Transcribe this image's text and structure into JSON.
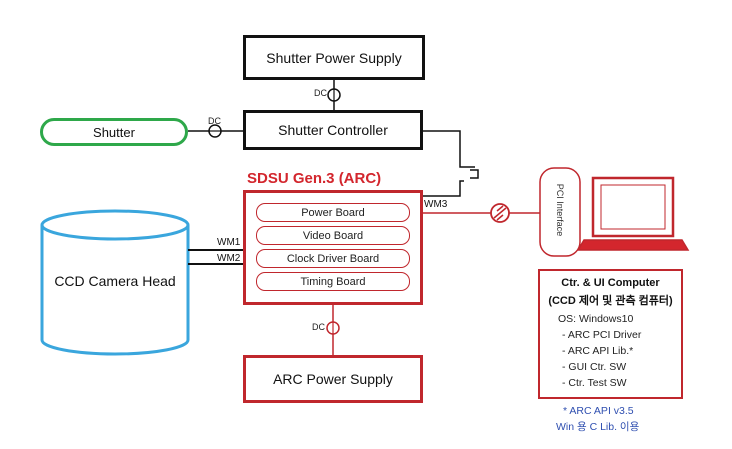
{
  "shutter_power_supply": {
    "label": "Shutter Power Supply"
  },
  "shutter_controller": {
    "label": "Shutter Controller"
  },
  "shutter": {
    "label": "Shutter"
  },
  "dc_labels": {
    "top": "DC",
    "left": "DC",
    "bottom": "DC"
  },
  "arc": {
    "title": "SDSU Gen.3 (ARC)",
    "boards": [
      "Power Board",
      "Video Board",
      "Clock Driver Board",
      "Timing Board"
    ]
  },
  "wires": {
    "wm1": "WM1",
    "wm2": "WM2",
    "wm3": "WM3"
  },
  "ccd_camera_head": {
    "label": "CCD Camera Head"
  },
  "arc_power_supply": {
    "label": "ARC Power Supply"
  },
  "pci_interface": {
    "label": "PCI Interface"
  },
  "computer_info": {
    "title1": "Ctr. & UI Computer",
    "title2": "(CCD 제어 및 관측 컴퓨터)",
    "os": "OS: Windows10",
    "items": [
      "- ARC PCI Driver",
      "- ARC API Lib.*",
      "- GUI Ctr. SW",
      "- Ctr. Test SW"
    ]
  },
  "note": {
    "line1": "* ARC API v3.5",
    "line2": "Win 용 C Lib. 이용"
  },
  "colors": {
    "red": "#c0272d",
    "green": "#2ea84a",
    "blue": "#3aa6dd",
    "note_blue": "#2f4fb0"
  }
}
